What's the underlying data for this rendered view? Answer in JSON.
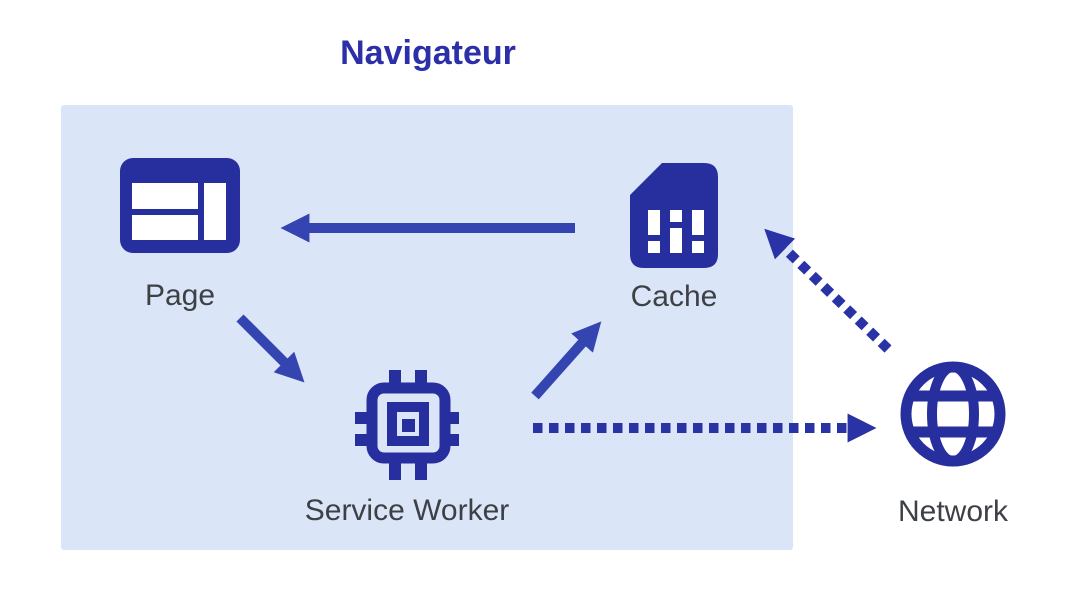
{
  "title": "Navigateur",
  "browser_box": {
    "description": "Light blue container representing the browser",
    "background": "#dbe5f8"
  },
  "nodes": [
    {
      "id": "page",
      "label": "Page",
      "icon": "browser-window-icon",
      "inside_browser": true
    },
    {
      "id": "cache",
      "label": "Cache",
      "icon": "sim-card-icon",
      "inside_browser": true
    },
    {
      "id": "service_worker",
      "label": "Service Worker",
      "icon": "chip-icon",
      "inside_browser": true
    },
    {
      "id": "network",
      "label": "Network",
      "icon": "globe-icon",
      "inside_browser": false
    }
  ],
  "edges": [
    {
      "from": "cache",
      "to": "page",
      "style": "solid"
    },
    {
      "from": "page",
      "to": "service_worker",
      "style": "solid"
    },
    {
      "from": "service_worker",
      "to": "cache",
      "style": "solid"
    },
    {
      "from": "service_worker",
      "to": "network",
      "style": "dotted"
    },
    {
      "from": "network",
      "to": "cache",
      "style": "dotted"
    }
  ],
  "colors": {
    "title": "#2b2fa8",
    "icon": "#272f9f",
    "solid_arrow": "#3444b1",
    "dotted_arrow": "#2a33a6",
    "label_text": "#3d4145",
    "box_background": "#dbe5f8"
  }
}
